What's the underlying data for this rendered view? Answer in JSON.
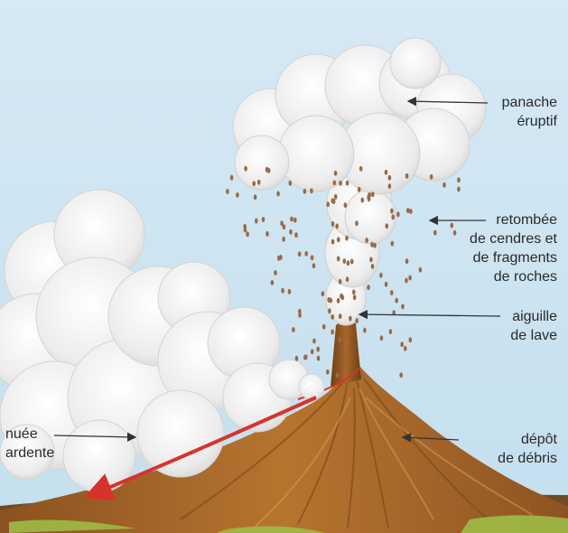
{
  "diagram": {
    "labels": {
      "panache": [
        "panache",
        "éruptif"
      ],
      "retombee": [
        "retombée",
        "de cendres et",
        "de fragments",
        "de roches"
      ],
      "aiguille": [
        "aiguille",
        "de lave"
      ],
      "nuee": [
        "nuée",
        "ardente"
      ],
      "depot": [
        "dépôt",
        "de débris"
      ]
    }
  },
  "colors": {
    "sky": "#cfe4f1",
    "cloud": "#f3f3f3",
    "cloud_shadow": "#c9c9c9",
    "cone": "#a8662a",
    "cone_dark": "#7a4718",
    "ground_green": "#8fb13a",
    "lava": "#d8332b",
    "ash": "#9b6a45"
  }
}
